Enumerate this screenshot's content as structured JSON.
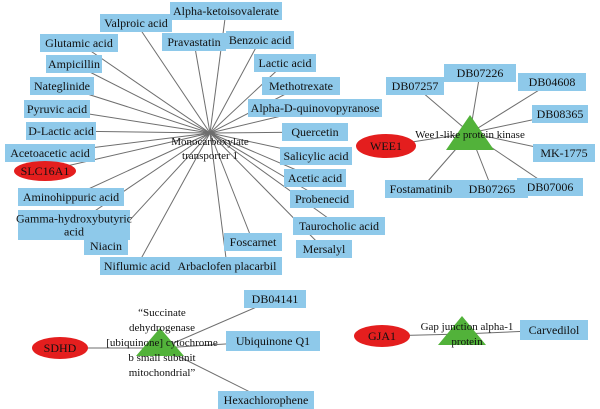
{
  "colors": {
    "drug_box": "#8ec9ea",
    "gene_ellipse": "#e41e1e",
    "target_triangle": "#52b23a",
    "edge": "#6e6e6e",
    "text": "#111111"
  },
  "clusters": [
    {
      "id": "mct1",
      "gene": "SLC16A1",
      "target": [
        "Monocarboxylate",
        "transporter 1"
      ],
      "drugs": [
        [
          "Valproic acid"
        ],
        [
          "Alpha-ketoisovalerate"
        ],
        [
          "Pravastatin"
        ],
        [
          "Benzoic acid"
        ],
        [
          "Glutamic acid"
        ],
        [
          "Ampicillin"
        ],
        [
          "Lactic acid"
        ],
        [
          "Nateglinide"
        ],
        [
          "Methotrexate"
        ],
        [
          "Pyruvic acid"
        ],
        [
          "Alpha-D-quinovopyranose"
        ],
        [
          "D-Lactic acid"
        ],
        [
          "Quercetin"
        ],
        [
          "Acetoacetic acid"
        ],
        [
          "Salicylic acid"
        ],
        [
          "Acetic acid"
        ],
        [
          "Aminohippuric acid"
        ],
        [
          "Probenecid"
        ],
        [
          "Gamma-hydroxybutyric",
          "acid"
        ],
        [
          "Taurocholic acid"
        ],
        [
          "Niacin"
        ],
        [
          "Foscarnet"
        ],
        [
          "Mersalyl"
        ],
        [
          "Niflumic acid"
        ],
        [
          "Arbaclofen placarbil"
        ]
      ]
    },
    {
      "id": "wee1",
      "gene": "WEE1",
      "target": [
        "Wee1-like protein kinase"
      ],
      "drugs": [
        [
          "DB07257"
        ],
        [
          "DB07226"
        ],
        [
          "DB04608"
        ],
        [
          "DB08365"
        ],
        [
          "MK-1775"
        ],
        [
          "DB07006"
        ],
        [
          "DB07265"
        ],
        [
          "Fostamatinib"
        ]
      ]
    },
    {
      "id": "sdhd",
      "gene": "SDHD",
      "target": [
        "“Succinate",
        "dehydrogenase",
        "[ubiquinone] cytochrome",
        "b small subunit",
        "mitochondrial”"
      ],
      "drugs": [
        [
          "DB04141"
        ],
        [
          "Ubiquinone Q1"
        ],
        [
          "Hexachlorophene"
        ]
      ]
    },
    {
      "id": "gja1",
      "gene": "GJA1",
      "target": [
        "Gap junction alpha-1",
        "protein"
      ],
      "drugs": [
        [
          "Carvedilol"
        ]
      ]
    }
  ]
}
